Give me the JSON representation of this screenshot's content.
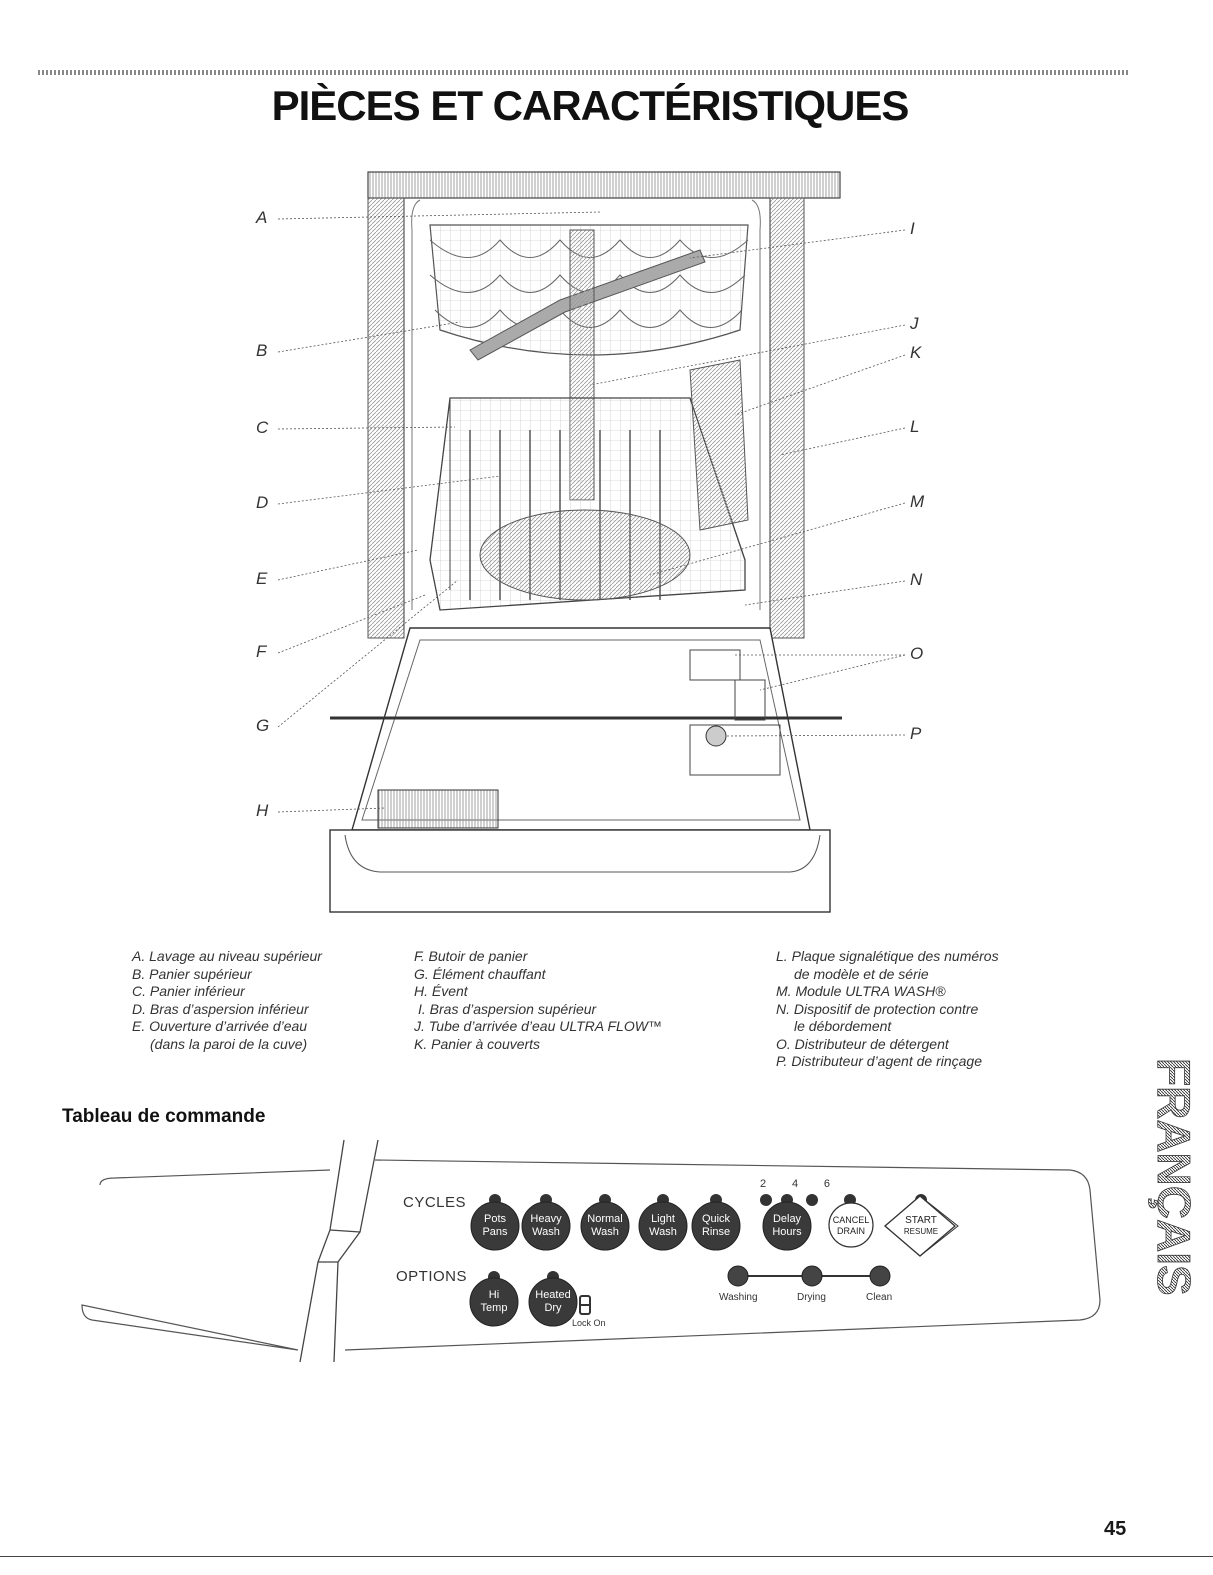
{
  "page": {
    "title": "PIÈCES ET CARACTÉRISTIQUES",
    "page_number": "45",
    "side_tab": "FRANÇAIS"
  },
  "diagram": {
    "callouts_left": [
      "A",
      "B",
      "C",
      "D",
      "E",
      "F",
      "G",
      "H"
    ],
    "callouts_right": [
      "I",
      "J",
      "K",
      "L",
      "M",
      "N",
      "O",
      "P"
    ]
  },
  "legend": {
    "col1": [
      {
        "text": "A. Lavage au niveau supérieur",
        "cont": false
      },
      {
        "text": "B. Panier supérieur",
        "cont": false
      },
      {
        "text": "C. Panier inférieur",
        "cont": false
      },
      {
        "text": "D. Bras d’aspersion inférieur",
        "cont": false
      },
      {
        "text": "E. Ouverture d’arrivée d’eau",
        "cont": false
      },
      {
        "text": "(dans la paroi de la cuve)",
        "cont": true
      }
    ],
    "col2": [
      {
        "text": "F. Butoir de panier",
        "cont": false
      },
      {
        "text": "G. Élément chauffant",
        "cont": false
      },
      {
        "text": "H. Évent",
        "cont": false
      },
      {
        "text": "I. Bras d’aspersion supérieur",
        "cont": false
      },
      {
        "text": "J. Tube d’arrivée d’eau ULTRA FLOW™",
        "cont": false
      },
      {
        "text": "K. Panier à couverts",
        "cont": false
      }
    ],
    "col3": [
      {
        "text": "L. Plaque signalétique des numéros",
        "cont": false
      },
      {
        "text": "de modèle et de série",
        "cont": true
      },
      {
        "text": "M. Module ULTRA WASH®",
        "cont": false
      },
      {
        "text": "N. Dispositif de protection contre",
        "cont": false
      },
      {
        "text": "le débordement",
        "cont": true
      },
      {
        "text": "O. Distributeur de détergent",
        "cont": false
      },
      {
        "text": "P. Distributeur d’agent de rinçage",
        "cont": false
      }
    ]
  },
  "control_panel": {
    "section_title": "Tableau de commande",
    "cycles_label": "CYCLES",
    "options_label": "OPTIONS",
    "cycle_buttons": [
      {
        "line1": "Pots",
        "line2": "Pans"
      },
      {
        "line1": "Heavy",
        "line2": "Wash"
      },
      {
        "line1": "Normal",
        "line2": "Wash"
      },
      {
        "line1": "Light",
        "line2": "Wash"
      },
      {
        "line1": "Quick",
        "line2": "Rinse"
      },
      {
        "line1": "Delay",
        "line2": "Hours"
      }
    ],
    "delay_marks": [
      "2",
      "4",
      "6"
    ],
    "cancel_button": {
      "line1": "CANCEL",
      "line2": "DRAIN"
    },
    "start_button": {
      "line1": "START",
      "line2": "RESUME"
    },
    "option_buttons": [
      {
        "line1": "Hi",
        "line2": "Temp"
      },
      {
        "line1": "Heated",
        "line2": "Dry"
      }
    ],
    "lock_label": "Lock On",
    "status_indicators": [
      "Washing",
      "Drying",
      "Clean"
    ],
    "button_color": "#3a3a3a"
  }
}
